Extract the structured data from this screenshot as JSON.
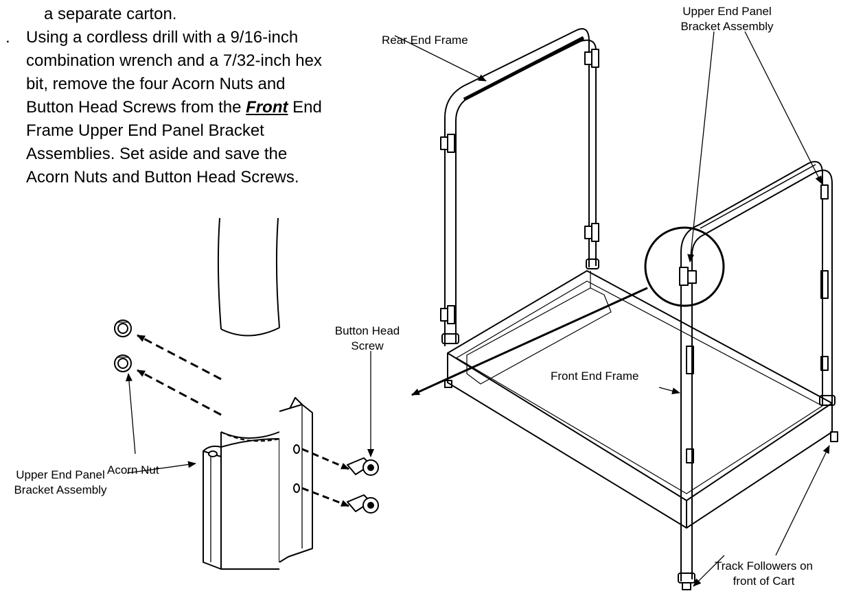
{
  "instructions": {
    "line_prev": "a separate carton.",
    "step_marker": ".",
    "step_lines": [
      "Using a cordless drill with a 9/16-inch",
      "combination wrench and a 7/32-inch hex",
      "bit, remove the four Acorn Nuts and"
    ],
    "line4_before": "Button Head Screws from the ",
    "line4_emph": "Front",
    "line4_after": " End",
    "step_lines_2": [
      "Frame Upper End Panel Bracket",
      "Assemblies. Set aside and save the",
      "Acorn Nuts and Button Head Screws."
    ]
  },
  "labels": {
    "rear_end_frame": "Rear End Frame",
    "upper_end_panel_top_1": "Upper End Panel",
    "upper_end_panel_top_2": "Bracket Assembly",
    "button_head_1": "Button Head",
    "button_head_2": "Screw",
    "front_end_frame": "Front End Frame",
    "acorn_nut": "Acorn Nut",
    "upper_end_panel_detail_1": "Upper End Panel",
    "upper_end_panel_detail_2": "Bracket Assembly",
    "track_followers_1": "Track Followers on",
    "track_followers_2": "front of Cart"
  }
}
